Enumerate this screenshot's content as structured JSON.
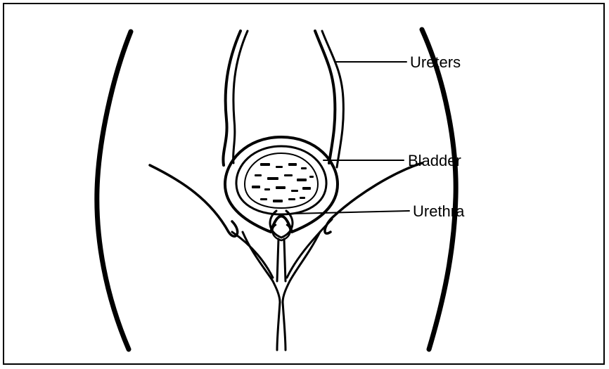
{
  "labels": {
    "ureters": "Ureters",
    "bladder": "Bladder",
    "urethra": "Urethra"
  },
  "colors": {
    "ink": "#000000",
    "background": "#ffffff"
  }
}
